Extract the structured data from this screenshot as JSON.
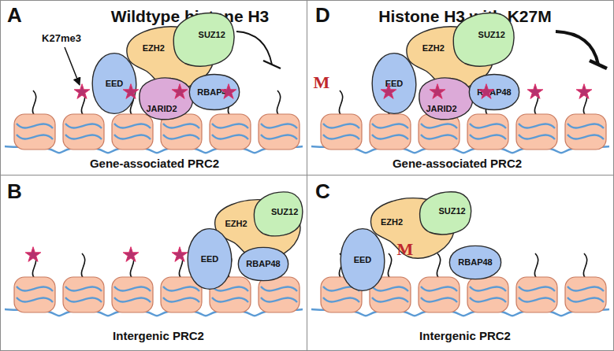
{
  "diagram": {
    "nodes": [
      {
        "text": [
          "A",
          "Wildtype histone H3",
          "Gene-associated PRC2"
        ]
      },
      {
        "text": [
          "D",
          "Histone H3 with K27M",
          "Gene-associated PRC2"
        ]
      },
      {
        "text": [
          "B",
          "Intergenic PRC2"
        ]
      },
      {
        "text": [
          "C",
          "Intergenic PRC2"
        ]
      },
      {
        "text": [
          "EZH2"
        ],
        "in": 0
      },
      {
        "text": [
          "SUZ12"
        ],
        "in": 0
      },
      {
        "text": [
          "EED"
        ],
        "in": 0
      },
      {
        "text": [
          "JARID2"
        ],
        "in": 0
      },
      {
        "text": [
          "RBAP48"
        ],
        "in": 0
      },
      {
        "text": [
          "EZH2"
        ],
        "in": 1
      },
      {
        "text": [
          "SUZ12"
        ],
        "in": 1
      },
      {
        "text": [
          "EED"
        ],
        "in": 1
      },
      {
        "text": [
          "JARID2"
        ],
        "in": 1
      },
      {
        "text": [
          "RBAP48"
        ],
        "in": 1
      },
      {
        "text": [
          "EZH2"
        ],
        "in": 2
      },
      {
        "text": [
          "SUZ12"
        ],
        "in": 2
      },
      {
        "text": [
          "EED"
        ],
        "in": 2
      },
      {
        "text": [
          "RBAP48"
        ],
        "in": 2
      },
      {
        "text": [
          "EZH2"
        ],
        "in": 3
      },
      {
        "text": [
          "SUZ12"
        ],
        "in": 3
      },
      {
        "text": [
          "EED"
        ],
        "in": 3
      },
      {
        "text": [
          "RBAP48"
        ],
        "in": 3
      }
    ],
    "labels": [
      "K27me3",
      "M",
      "M"
    ]
  }
}
